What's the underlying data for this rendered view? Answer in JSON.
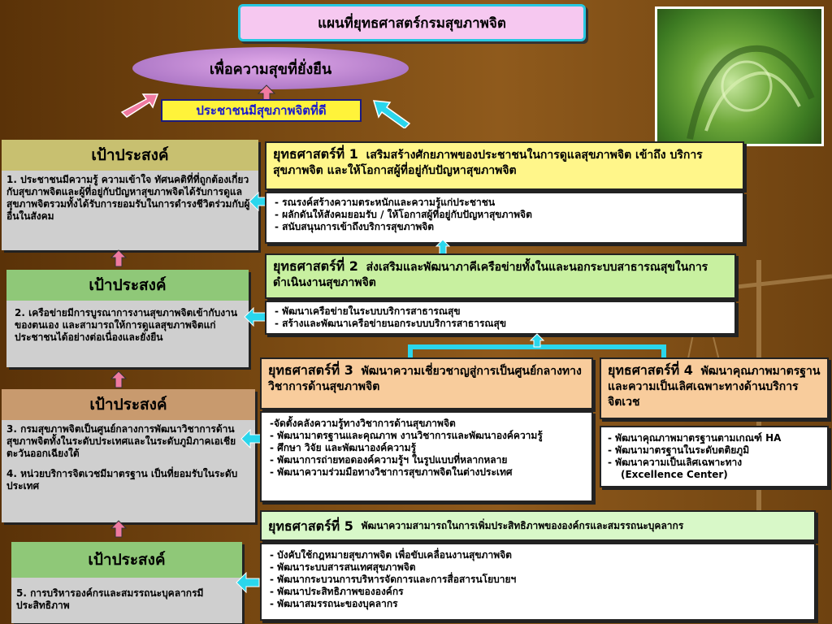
{
  "title": "แผนที่ยุทธศาสตร์กรมสุขภาพจิต",
  "vision": "เพื่อความสุขที่ยั่งยืน",
  "people": "ประชาชนมีสุขภาพจิตที่ดี",
  "colors": {
    "goal1": "#c8c070",
    "goal2": "#8fc878",
    "goal3": "#c89a6e",
    "goal4": "#8fc878",
    "strat1": "#fff68a",
    "strat2": "#c8f0a0",
    "strat3": "#f8cc9c",
    "strat4": "#f8cc9c",
    "strat5": "#d8f8c8"
  },
  "goals": [
    {
      "label": "เป้าประสงค์",
      "text": "1. ประชาชนมีความรู้ ความเข้าใจ ทัศนคติที่ที่ถูกต้องเกี่ยวกับสุขภาพจิตและผู้ที่อยู่กับปัญหาสุขภาพจิตได้รับการดูแลสุขภาพจิตรวมทั้งได้รับการยอมรับในการดำรงชีวิตร่วมกับผู้อื่นในสังคม"
    },
    {
      "label": "เป้าประสงค์",
      "text": "2. เครือข่ายมีการบูรณาการงานสุขภาพจิตเข้ากับงานของตนเอง และสามารถให้การดูแลสุขภาพจิตแก่ประชาชนได้อย่างต่อเนื่องและยั่งยืน"
    },
    {
      "label": "เป้าประสงค์",
      "text": "3. กรมสุขภาพจิตเป็นศูนย์กลางการพัฒนาวิชาการด้านสุขภาพจิตทั้งในระดับประเทศและในระดับภูมิภาคเอเชียตะวันออกเฉียงใต้",
      "text2": "4. หน่วยบริการจิตเวชมีมาตรฐาน เป็นที่ยอมรับในระดับประเทศ"
    },
    {
      "label": "เป้าประสงค์",
      "text": "5. การบริหารองค์กรและสมรรถนะบุคลากรมีประสิทธิภาพ"
    }
  ],
  "strategies": [
    {
      "prefix": "ยุทธศาสตร์ที่ 1",
      "title": "เสริมสร้างศักยภาพของประชาชนในการดูแลสุขภาพจิต เข้าถึง  บริการ สุขภาพจิต และให้โอกาสผู้ที่อยู่กับปัญหาสุขภาพจิต",
      "items": [
        "- รณรงค์สร้างความตระหนักและความรู้แก่ประชาชน",
        "- ผลักดันให้สังคมยอมรับ / ให้โอกาสผู้ที่อยู่กับปัญหาสุขภาพจิต",
        "- สนับสนุนการเข้าถึงบริการสุขภาพจิต"
      ]
    },
    {
      "prefix": "ยุทธศาสตร์ที่ 2",
      "title": "ส่งเสริมและพัฒนาภาคีเครือข่ายทั้งในและนอกระบบสาธารณสุขในการดำเนินงานสุขภาพจิต",
      "items": [
        "- พัฒนาเครือข่ายในระบบบริการสาธารณสุข",
        "- สร้างและพัฒนาเครือข่ายนอกระบบบริการสาธารณสุข"
      ]
    },
    {
      "prefix": "ยุทธศาสตร์ที่ 3",
      "title": "พัฒนาความเชี่ยวชาญสู่การเป็นศูนย์กลางทางวิชาการด้านสุขภาพจิต",
      "items": [
        "-จัดตั้งคลังความรู้ทางวิชาการด้านสุขภาพจิต",
        "- พัฒนามาตรฐานและคุณภาพ งานวิชาการและพัฒนาองค์ความรู้",
        "- ศึกษา วิจัย และพัฒนาองค์ความรู้",
        "- พัฒนาการถ่ายทอดองค์ความรู้ฯ ในรูปแบบที่หลากหลาย",
        "- พัฒนาความร่วมมือทางวิชาการสุขภาพจิตในต่างประเทศ"
      ]
    },
    {
      "prefix": "ยุทธศาสตร์ที่  4",
      "title": "พัฒนาคุณภาพมาตรฐานและความเป็นเลิศเฉพาะทางด้านบริการจิตเวช",
      "items": [
        "- พัฒนาคุณภาพมาตรฐานตามเกณฑ์ HA",
        "- พัฒนามาตรฐานในระดับตติยภูมิ",
        "- พัฒนาความเป็นเลิศเฉพาะทาง",
        "(Excellence Center)"
      ]
    },
    {
      "prefix": "ยุทธศาสตร์ที่ 5",
      "title": "พัฒนาความสามารถในการเพิ่มประสิทธิภาพขององค์กรและสมรรถนะบุคลากร",
      "items": [
        "- บังคับใช้กฎหมายสุขภาพจิต  เพื่อขับเคลื่อนงานสุขภาพจิต",
        "- พัฒนาระบบสารสนเทศสุขภาพจิต",
        "- พัฒนากระบวนการบริหารจัดการและการสื่อสารนโยบายฯ",
        "- พัฒนาประสิทธิภาพขององค์กร",
        "- พัฒนาสมรรถนะของบุคลากร"
      ]
    }
  ]
}
